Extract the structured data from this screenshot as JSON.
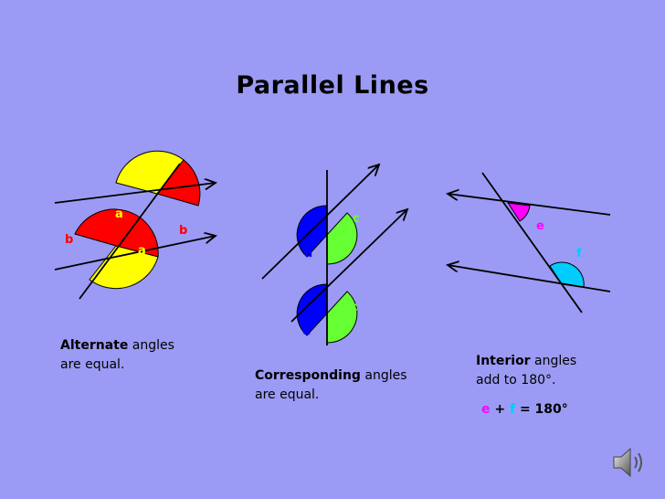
{
  "title": "Parallel Lines",
  "colors": {
    "background": "#9b9bf5",
    "red": "#ff0000",
    "yellow": "#ffff00",
    "green": "#66ff33",
    "blue": "#0000ff",
    "magenta": "#ff00ff",
    "cyan": "#00ccff"
  },
  "alternate": {
    "angle_labels": {
      "a_top": "a",
      "b_top": "b",
      "b_bottom": "b",
      "a_bottom": "a"
    },
    "caption_bold": "Alternate",
    "caption_rest": " angles",
    "caption_line2": "are equal."
  },
  "corresponding": {
    "angle_labels": {
      "c_top": "c",
      "d_top": "d",
      "c_bottom": "c",
      "d_bottom": "d"
    },
    "caption_bold": "Corresponding",
    "caption_rest": " angles",
    "caption_line2": "are equal."
  },
  "interior": {
    "angle_labels": {
      "e": "e",
      "f": "f"
    },
    "caption_bold": "Interior",
    "caption_rest": " angles",
    "caption_line2": "add to 180°.",
    "equation": {
      "e": "e",
      "plus": "+",
      "f": "f",
      "rest": "= 180°"
    }
  },
  "icons": {
    "speaker": "speaker-icon"
  }
}
